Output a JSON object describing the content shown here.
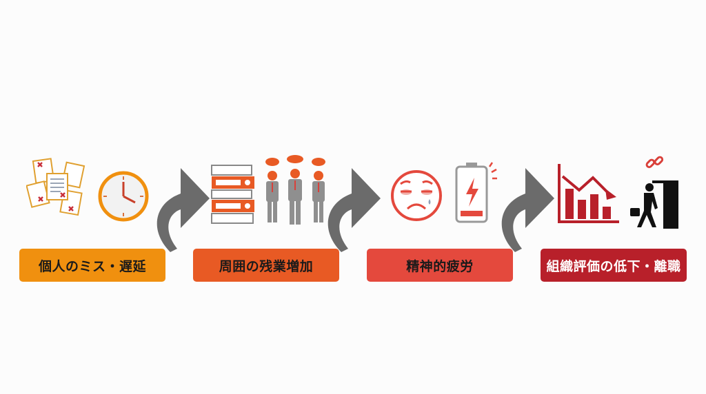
{
  "diagram": {
    "type": "flow",
    "direction": "left-to-right",
    "steps": [
      {
        "label": "個人のミス・遅延",
        "color": "#f0900f",
        "text_color": "#1a1a1a",
        "icons": [
          "error-documents-icon",
          "clock-icon"
        ]
      },
      {
        "label": "周囲の残業増加",
        "color": "#e85a24",
        "text_color": "#1a1a1a",
        "icons": [
          "stacked-binders-icon",
          "exhausted-workers-icon"
        ]
      },
      {
        "label": "精神的疲労",
        "color": "#e4493d",
        "text_color": "#1a1a1a",
        "icons": [
          "tired-face-icon",
          "low-battery-icon"
        ]
      },
      {
        "label": "組織評価の低下・離職",
        "color": "#b8202a",
        "text_color": "#ffffff",
        "icons": [
          "declining-chart-icon",
          "broken-link-icon",
          "person-leaving-door-icon"
        ]
      }
    ],
    "connector": {
      "icon": "curved-arrow-icon",
      "color": "#6b6b6b"
    }
  }
}
